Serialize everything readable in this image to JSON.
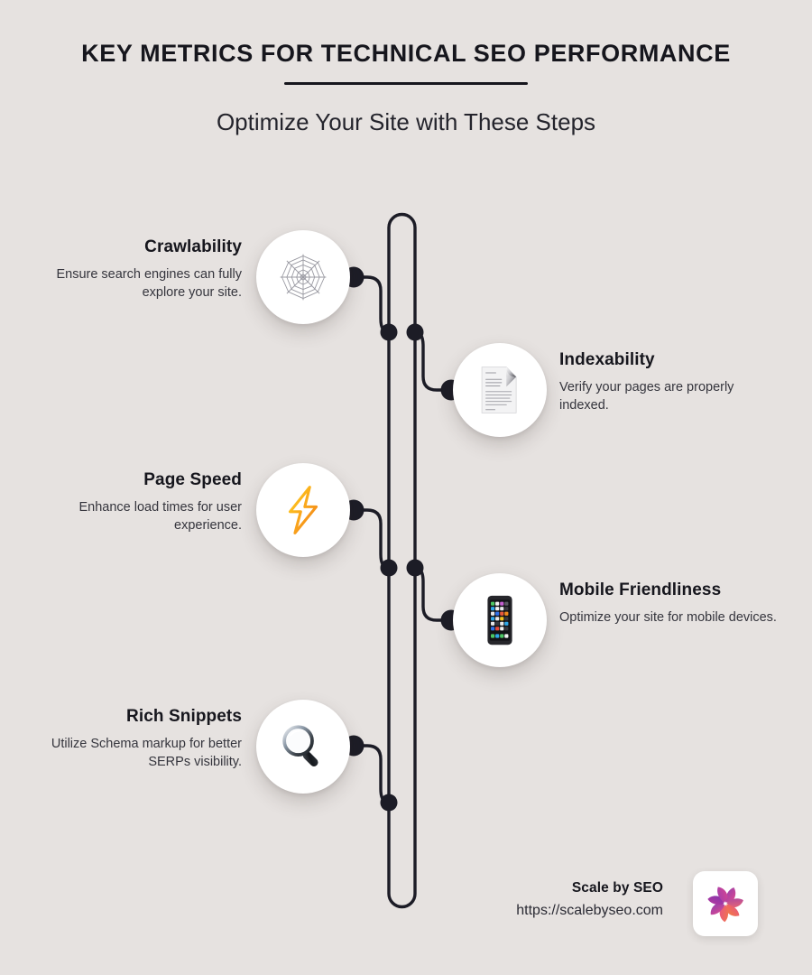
{
  "header": {
    "title": "KEY METRICS FOR TECHNICAL SEO PERFORMANCE",
    "subtitle": "Optimize Your Site with These Steps"
  },
  "colors": {
    "background": "#e6e2e0",
    "ink": "#16161d",
    "spine": "#1c1c26",
    "bubble": "#ffffff",
    "bolt": "#f5a216",
    "logo_purple": "#8e3fb0",
    "logo_pink": "#e24a8e",
    "logo_orange": "#f2803c"
  },
  "steps": [
    {
      "id": "crawlability",
      "side": "left",
      "title": "Crawlability",
      "desc": "Ensure search engines can fully explore your site.",
      "icon": "spider-web-icon"
    },
    {
      "id": "indexability",
      "side": "right",
      "title": "Indexability",
      "desc": "Verify your pages are properly indexed.",
      "icon": "document-page-icon"
    },
    {
      "id": "page-speed",
      "side": "left",
      "title": "Page Speed",
      "desc": "Enhance load times for user experience.",
      "icon": "lightning-bolt-icon"
    },
    {
      "id": "mobile-friendliness",
      "side": "right",
      "title": "Mobile Friendliness",
      "desc": "Optimize your site for mobile devices.",
      "icon": "mobile-phone-icon"
    },
    {
      "id": "rich-snippets",
      "side": "left",
      "title": "Rich Snippets",
      "desc": "Utilize Schema markup for better SERPs visibility.",
      "icon": "magnifying-glass-icon"
    }
  ],
  "footer": {
    "brand": "Scale by SEO",
    "url": "https://scalebyseo.com",
    "logo": "pinwheel-flower-logo"
  }
}
